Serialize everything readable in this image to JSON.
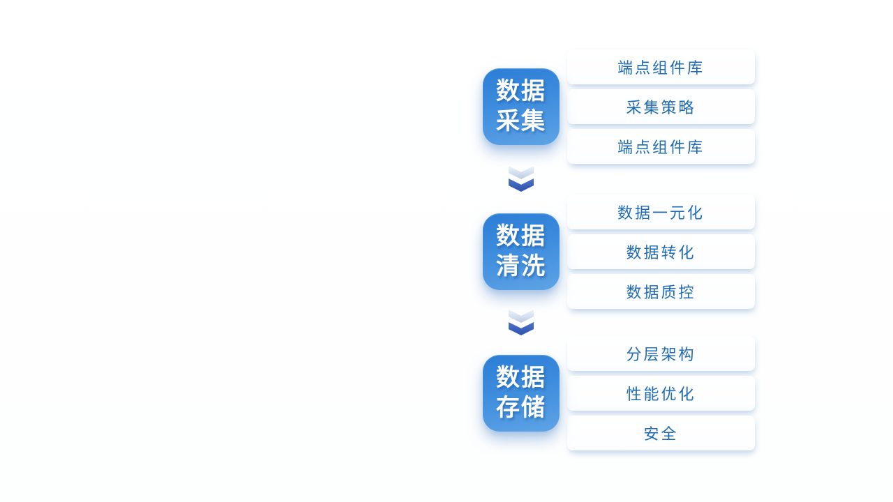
{
  "diagram": {
    "type": "vertical-flow",
    "connector_icon": "chevron-down-icon",
    "colors": {
      "card_gradient_top": "#2b7ed6",
      "card_gradient_bottom": "#5ea3e5",
      "card_text": "#ffffff",
      "item_text": "#1e6bb3",
      "item_background": "#ffffff",
      "chevron_dark": "#3059b4",
      "chevron_light": "#c7d5ec",
      "shadow": "#a9c3e0",
      "background": "#ffffff"
    },
    "groups": [
      {
        "title": "数据采集",
        "title_lines": [
          "数据",
          "采集"
        ],
        "items": [
          "端点组件库",
          "采集策略",
          "端点组件库"
        ]
      },
      {
        "title": "数据清洗",
        "title_lines": [
          "数据",
          "清洗"
        ],
        "items": [
          "数据一元化",
          "数据转化",
          "数据质控"
        ]
      },
      {
        "title": "数据存储",
        "title_lines": [
          "数据",
          "存储"
        ],
        "items": [
          "分层架构",
          "性能优化",
          "安全"
        ]
      }
    ]
  }
}
